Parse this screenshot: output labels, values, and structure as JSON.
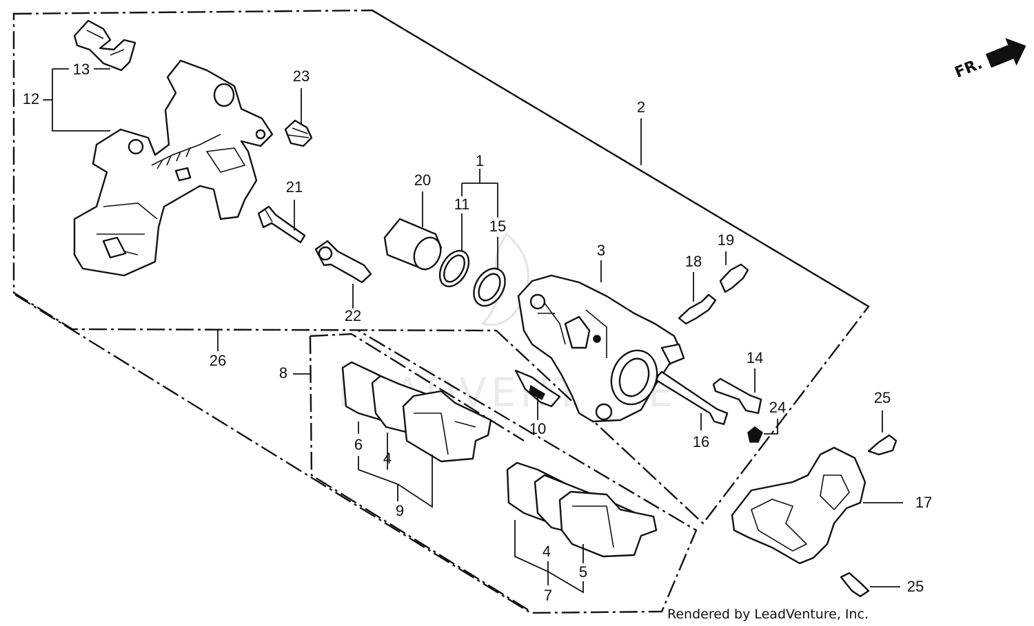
{
  "diagram": {
    "credit": "Rendered by LeadVenture, Inc.",
    "watermark": "LEADVENTURE",
    "direction_label": "FR.",
    "labels": [
      {
        "id": "1",
        "text": "1"
      },
      {
        "id": "2",
        "text": "2"
      },
      {
        "id": "3",
        "text": "3"
      },
      {
        "id": "4a",
        "text": "4"
      },
      {
        "id": "4b",
        "text": "4"
      },
      {
        "id": "5",
        "text": "5"
      },
      {
        "id": "6",
        "text": "6"
      },
      {
        "id": "7",
        "text": "7"
      },
      {
        "id": "8",
        "text": "8"
      },
      {
        "id": "9",
        "text": "9"
      },
      {
        "id": "10",
        "text": "10"
      },
      {
        "id": "11",
        "text": "11"
      },
      {
        "id": "12",
        "text": "12"
      },
      {
        "id": "13",
        "text": "13"
      },
      {
        "id": "14",
        "text": "14"
      },
      {
        "id": "15",
        "text": "15"
      },
      {
        "id": "16",
        "text": "16"
      },
      {
        "id": "17",
        "text": "17"
      },
      {
        "id": "18",
        "text": "18"
      },
      {
        "id": "19",
        "text": "19"
      },
      {
        "id": "20",
        "text": "20"
      },
      {
        "id": "21",
        "text": "21"
      },
      {
        "id": "22",
        "text": "22"
      },
      {
        "id": "23",
        "text": "23"
      },
      {
        "id": "24",
        "text": "24"
      },
      {
        "id": "25a",
        "text": "25"
      },
      {
        "id": "25b",
        "text": "25"
      },
      {
        "id": "26",
        "text": "26"
      }
    ]
  }
}
